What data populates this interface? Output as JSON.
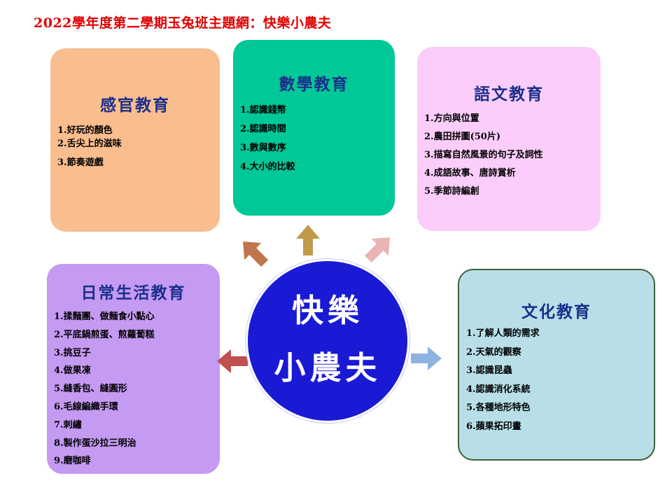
{
  "title": "2022學年度第二學期玉兔班主題網：快樂小農夫",
  "center": {
    "line1": "快樂",
    "line2": "小農夫"
  },
  "boxes": {
    "sensory": {
      "title": "感官教育",
      "items": [
        "1.好玩的顏色",
        "2.舌尖上的滋味",
        "3.節奏遊戲"
      ]
    },
    "math": {
      "title": "數學教育",
      "items": [
        "1.認識錢幣",
        "2.認識時間",
        "3.數與數序",
        "4.大小的比較"
      ]
    },
    "language": {
      "title": "語文教育",
      "items": [
        "1.方向與位置",
        "2.農田拼圖(50片)",
        "3.描寫自然風景的句子及詞性",
        "4.成語故事、唐詩賞析",
        "5.季節詩編創"
      ]
    },
    "daily": {
      "title": "日常生活教育",
      "items": [
        "1.揉麵團、做麵食小點心",
        "2.平底鍋煎蛋、煎蘿蔔糕",
        "3.挑豆子",
        "4.做果凍",
        "5.縫香包、縫圓形",
        "6.毛線編織手環",
        "7.刺繡",
        "8.製作蛋沙拉三明治",
        "9.磨咖啡"
      ]
    },
    "culture": {
      "title": "文化教育",
      "items": [
        "1.了解人類的需求",
        "2.天氣的觀察",
        "3.認識昆蟲",
        "4.認識消化系統",
        "5.各種地形特色",
        "6.蘋果拓印畫"
      ]
    }
  },
  "colors": {
    "title_red": "#e00000",
    "heading_blue": "#1a2f8c",
    "center_blue": "#1a1ad4",
    "sensory_bg": "#f9bd8e",
    "math_bg": "#00c896",
    "language_bg": "#fccdfa",
    "daily_bg": "#c49af2",
    "culture_bg": "#b8dfe8",
    "arrow_sensory": "#c0754f",
    "arrow_math": "#c09a4a",
    "arrow_language": "#e8b4b4",
    "arrow_daily": "#c0504d",
    "arrow_culture": "#8db3e2"
  }
}
